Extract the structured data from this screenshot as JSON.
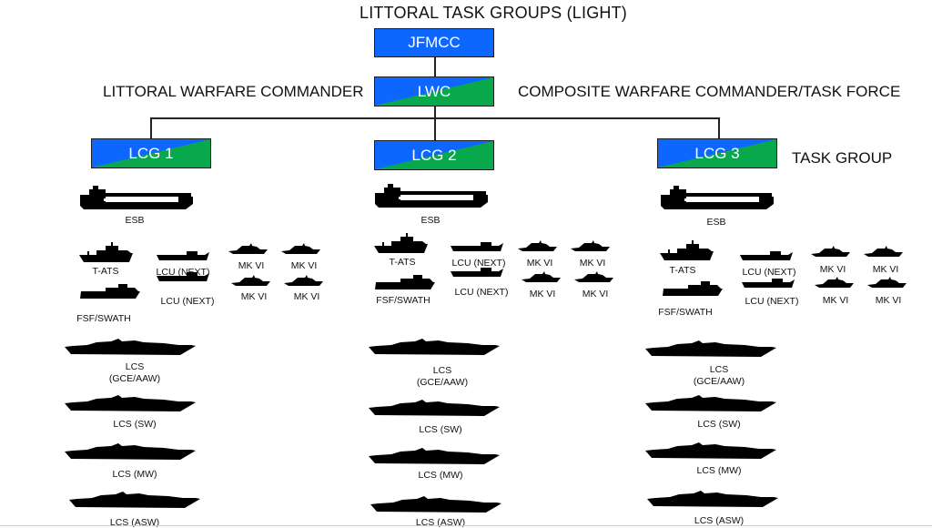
{
  "title": "LITTORAL TASK GROUPS (LIGHT)",
  "jfmcc": "JFMCC",
  "lwc": "LWC",
  "left_label": "LITTORAL WARFARE COMMANDER",
  "right_label": "COMPOSITE WARFARE COMMANDER/TASK FORCE",
  "task_group_label": "TASK GROUP",
  "colors": {
    "blue": "#0d67ff",
    "green": "#0aa84c",
    "ship": "#000000"
  },
  "groups": [
    {
      "name": "LCG 1",
      "esb": "ESB",
      "tats": "T-ATS",
      "fsf": "FSF/SWATH",
      "lcu_a": "LCU (NEXT)",
      "lcu_b": "LCU (NEXT)",
      "mk_a": "MK VI",
      "mk_b": "MK VI",
      "mk_c": "MK VI",
      "mk_d": "MK VI",
      "lcs_gce_1": "LCS",
      "lcs_gce_2": "(GCE/AAW)",
      "lcs_sw": "LCS (SW)",
      "lcs_mw": "LCS (MW)",
      "lcs_asw": "LCS (ASW)"
    },
    {
      "name": "LCG 2",
      "esb": "ESB",
      "tats": "T-ATS",
      "fsf": "FSF/SWATH",
      "lcu_a": "LCU (NEXT)",
      "lcu_b": "LCU (NEXT)",
      "mk_a": "MK VI",
      "mk_b": "MK VI",
      "mk_c": "MK VI",
      "mk_d": "MK VI",
      "lcs_gce_1": "LCS",
      "lcs_gce_2": "(GCE/AAW)",
      "lcs_sw": "LCS (SW)",
      "lcs_mw": "LCS (MW)",
      "lcs_asw": "LCS (ASW)"
    },
    {
      "name": "LCG 3",
      "esb": "ESB",
      "tats": "T-ATS",
      "fsf": "FSF/SWATH",
      "lcu_a": "LCU (NEXT)",
      "lcu_b": "LCU (NEXT)",
      "mk_a": "MK VI",
      "mk_b": "MK VI",
      "mk_c": "MK VI",
      "mk_d": "MK VI",
      "lcs_gce_1": "LCS",
      "lcs_gce_2": "(GCE/AAW)",
      "lcs_sw": "LCS (SW)",
      "lcs_mw": "LCS (MW)",
      "lcs_asw": "LCS (ASW)"
    }
  ]
}
